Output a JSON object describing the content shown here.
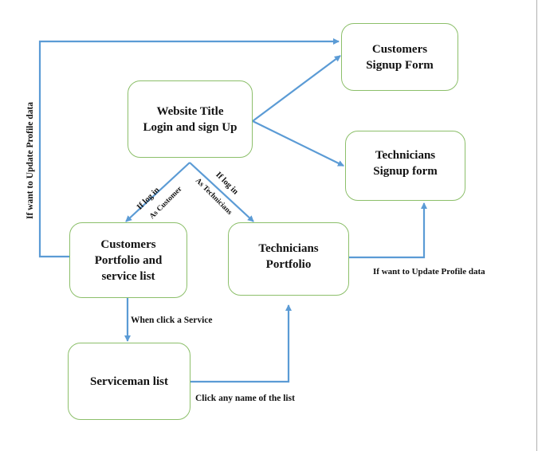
{
  "diagram": {
    "type": "flowchart",
    "line_color": "#5b9bd5",
    "node_border_color": "#8cbf6a",
    "nodes": {
      "website": {
        "line1": "Website Title",
        "line2": "Login and sign Up"
      },
      "customers_signup": {
        "line1": "Customers",
        "line2": "Signup Form"
      },
      "technicians_signup": {
        "line1": "Technicians",
        "line2": "Signup form"
      },
      "customers_portfolio": {
        "line1": "Customers",
        "line2": "Portfolio and",
        "line3": "service list"
      },
      "technicians_portfolio": {
        "line1": "Technicians",
        "line2": "Portfolio"
      },
      "serviceman_list": {
        "line1": "Serviceman list"
      }
    },
    "labels": {
      "update_profile_left": "If want to Update Profile data",
      "update_profile_right": "If want to Update Profile data",
      "login_customer_1": "If log in",
      "login_customer_2": "As Customer",
      "login_technician_1": "If log in",
      "login_technician_2": "As Technicians",
      "click_service": "When click a Service",
      "click_name": "Click any name of the list"
    },
    "edges": [
      {
        "from": "website",
        "to": "customers_signup"
      },
      {
        "from": "website",
        "to": "technicians_signup"
      },
      {
        "from": "website",
        "to": "customers_portfolio",
        "label": "If log in / As Customer"
      },
      {
        "from": "website",
        "to": "technicians_portfolio",
        "label": "If log in / As Technicians"
      },
      {
        "from": "customers_portfolio",
        "to": "customers_signup",
        "label": "If want to Update Profile data"
      },
      {
        "from": "technicians_portfolio",
        "to": "technicians_signup",
        "label": "If want to Update Profile data"
      },
      {
        "from": "customers_portfolio",
        "to": "serviceman_list",
        "label": "When click a Service"
      },
      {
        "from": "serviceman_list",
        "to": "technicians_portfolio",
        "label": "Click any name of the list"
      }
    ]
  }
}
